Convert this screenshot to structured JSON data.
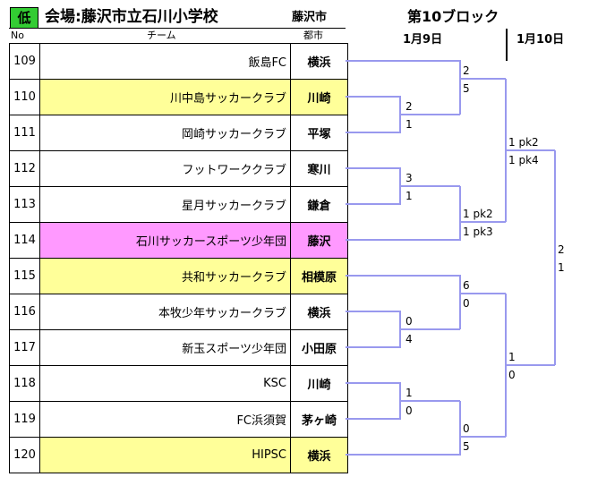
{
  "header": {
    "badge": "低",
    "venue": "会場:藤沢市立石川小学校",
    "city": "藤沢市",
    "block": "第10ブロック",
    "date1": "1月9日",
    "date2": "1月10日",
    "col_no": "No",
    "col_team": "チーム",
    "col_ward": "都市"
  },
  "colors": {
    "badge": "#33cc33",
    "highlight_yellow": "#ffff99",
    "highlight_pink": "#ff99ff",
    "bracket": "#9999ee"
  },
  "teams": [
    {
      "no": "109",
      "name": "飯島FC",
      "city": "横浜",
      "hl": ""
    },
    {
      "no": "110",
      "name": "川中島サッカークラブ",
      "city": "川崎",
      "hl": "yellow"
    },
    {
      "no": "111",
      "name": "岡崎サッカークラブ",
      "city": "平塚",
      "hl": ""
    },
    {
      "no": "112",
      "name": "フットワーククラブ",
      "city": "寒川",
      "hl": ""
    },
    {
      "no": "113",
      "name": "星月サッカークラブ",
      "city": "鎌倉",
      "hl": ""
    },
    {
      "no": "114",
      "name": "石川サッカースポーツ少年団",
      "city": "藤沢",
      "hl": "pink"
    },
    {
      "no": "115",
      "name": "共和サッカークラブ",
      "city": "相模原",
      "hl": "yellow"
    },
    {
      "no": "116",
      "name": "本牧少年サッカークラブ",
      "city": "横浜",
      "hl": ""
    },
    {
      "no": "117",
      "name": "新玉スポーツ少年団",
      "city": "小田原",
      "hl": ""
    },
    {
      "no": "118",
      "name": "KSC",
      "city": "川崎",
      "hl": ""
    },
    {
      "no": "119",
      "name": "FC浜須賀",
      "city": "茅ヶ崎",
      "hl": ""
    },
    {
      "no": "120",
      "name": "HIPSC",
      "city": "横浜",
      "hl": "yellow"
    }
  ],
  "scores": {
    "m1_top": "2",
    "m1_bot": "1",
    "m2_top": "3",
    "m2_bot": "1",
    "m3_top": "0",
    "m3_bot": "4",
    "m4_top": "1",
    "m4_bot": "0",
    "r2a_top": "2",
    "r2a_bot": "5",
    "r2b_top": "1 pk2",
    "r2b_bot": "1 pk3",
    "r2c_top": "6",
    "r2c_bot": "0",
    "r2d_top": "0",
    "r2d_bot": "5",
    "sf1_top": "1 pk2",
    "sf1_bot": "1 pk4",
    "sf2_top": "1",
    "sf2_bot": "0",
    "final_top": "2",
    "final_bot": "1"
  }
}
